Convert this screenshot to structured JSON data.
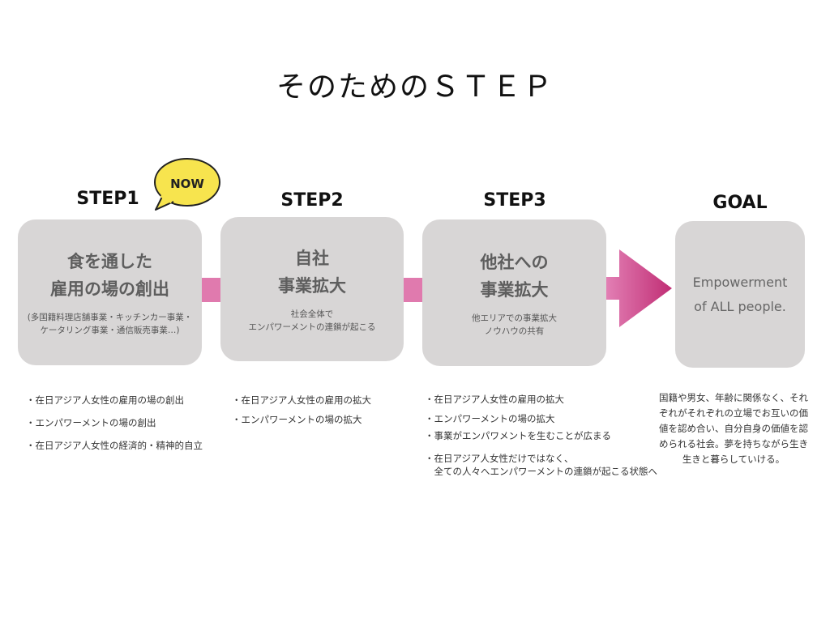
{
  "title": "そのためのＳＴＥＰ",
  "now_badge": "NOW",
  "colors": {
    "card": "#d8d6d6",
    "connector": "#e07aae",
    "arrow_start": "#e27fb4",
    "arrow_end": "#c02d74",
    "badge": "#f7e44e"
  },
  "steps": [
    {
      "label": "STEP1",
      "card_title": "食を通した\n雇用の場の創出",
      "card_sub": "(多国籍料理店舗事業・キッチンカー事業・\nケータリング事業・通信販売事業…)",
      "bullets": [
        "・在日アジア人女性の雇用の場の創出",
        "・エンパワーメントの場の創出",
        "・在日アジア人女性の経済的・精神的自立"
      ]
    },
    {
      "label": "STEP2",
      "card_title": "自社\n事業拡大",
      "card_sub": "社会全体で\nエンパワーメントの連鎖が起こる",
      "bullets": [
        "・在日アジア人女性の雇用の拡大",
        "・エンパワーメントの場の拡大"
      ]
    },
    {
      "label": "STEP3",
      "card_title": "他社への\n事業拡大",
      "card_sub": "他エリアでの事業拡大\nノウハウの共有",
      "bullets": [
        "・在日アジア人女性の雇用の拡大",
        "・エンパワーメントの場の拡大",
        "・事業がエンパワメントを生むことが広まる",
        "・在日アジア人女性だけではなく、\n　全ての人々へエンパワーメントの連鎖が起こる状態へ"
      ]
    }
  ],
  "goal": {
    "label": "GOAL",
    "card_text": "Empowerment\nof ALL people.",
    "description": "国籍や男女、年齢に関係なく、それ\nぞれがそれぞれの立場でお互いの価\n値を認め合い、自分自身の価値を認\nめられる社会。夢を持ちながら生き\n生きと暮らしていける。"
  }
}
